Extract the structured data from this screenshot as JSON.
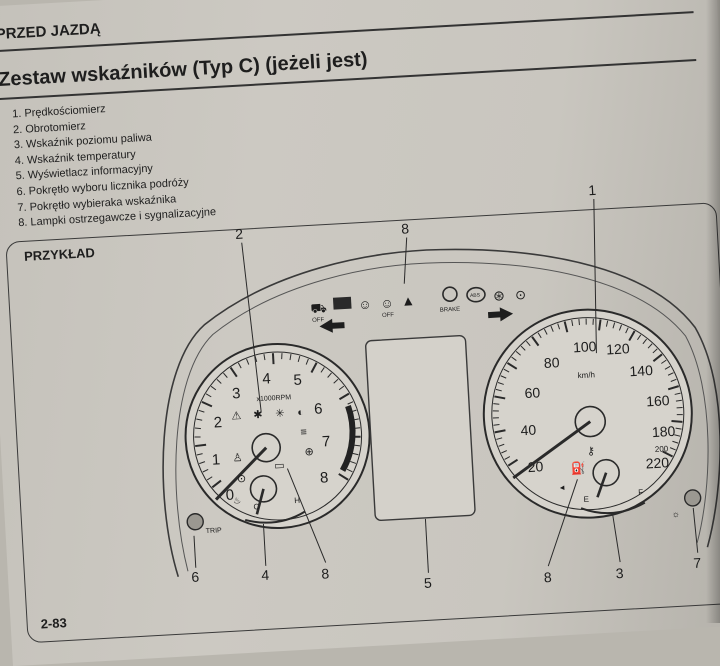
{
  "header": {
    "section": "PRZED JAZDĄ"
  },
  "title": "Zestaw wskaźników (Typ C) (jeżeli jest)",
  "legend_items": [
    "1. Prędkościomierz",
    "2. Obrotomierz",
    "3. Wskaźnik poziomu paliwa",
    "4. Wskaźnik temperatury",
    "5. Wyświetlacz informacyjny",
    "6. Pokrętło wyboru licznika podróży",
    "7. Pokrętło wybieraka wskaźnika",
    "8. Lampki ostrzegawcze i sygnalizacyjne"
  ],
  "figure": {
    "example_label": "PRZYKŁAD",
    "callouts": {
      "c1": "1",
      "c2": "2",
      "c3": "3",
      "c4": "4",
      "c5": "5",
      "c6": "6",
      "c7": "7",
      "c8a": "8",
      "c8b": "8",
      "c8c": "8"
    },
    "tachometer": {
      "numbers": [
        "0",
        "1",
        "2",
        "3",
        "4",
        "5",
        "6",
        "7",
        "8"
      ],
      "unit": "x1000RPM",
      "temp_cold": "C",
      "temp_hot": "H",
      "knob_label": "TRIP"
    },
    "speedometer": {
      "numbers": [
        "20",
        "40",
        "60",
        "80",
        "100",
        "120",
        "140",
        "160",
        "180",
        "200",
        "220"
      ],
      "unit": "km/h",
      "fuel_empty": "E",
      "fuel_full": "F"
    },
    "warning_lamps": {
      "off_label_1": "OFF",
      "off_label_2": "OFF",
      "brake_label": "BRAKE",
      "abs_label": "ABS"
    }
  },
  "footer": {
    "page_number": "2-83"
  },
  "colors": {
    "paper": "#c9c6bf",
    "ink": "#1e1e1e"
  }
}
